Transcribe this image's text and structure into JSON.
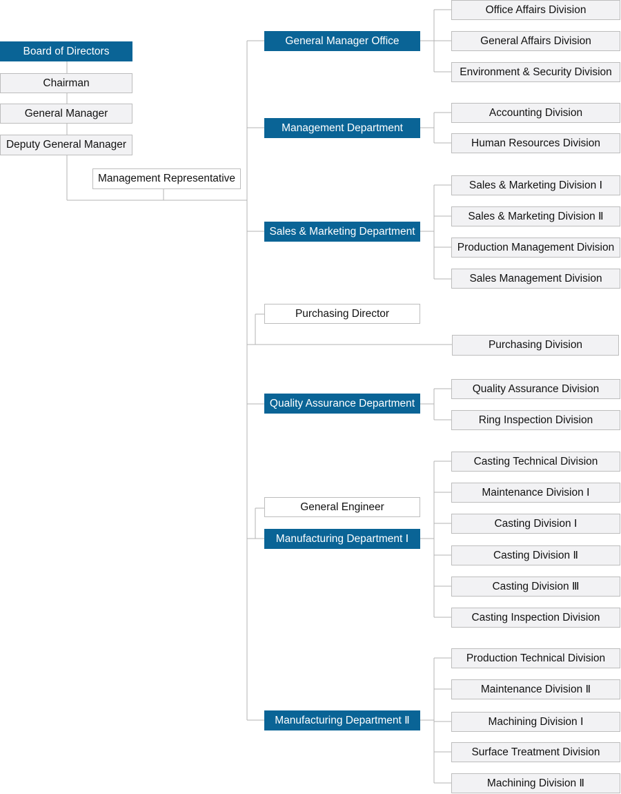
{
  "top": {
    "board": "Board of Directors",
    "chairman": "Chairman",
    "general_manager": "General Manager",
    "deputy": "Deputy General Manager",
    "mgmt_rep": "Management Representative"
  },
  "departments": {
    "gm_office": {
      "label": "General Manager Office",
      "divisions": [
        "Office Affairs Division",
        "General Affairs Division",
        "Environment & Security Division"
      ]
    },
    "management": {
      "label": "Management Department",
      "divisions": [
        "Accounting Division",
        "Human Resources Division"
      ]
    },
    "sales": {
      "label": "Sales & Marketing Department",
      "divisions": [
        "Sales & Marketing Division Ⅰ",
        "Sales & Marketing Division Ⅱ",
        "Production Management Division",
        "Sales Management Division"
      ]
    },
    "purchasing": {
      "director": "Purchasing Director",
      "division": "Purchasing Division"
    },
    "quality": {
      "label": "Quality Assurance Department",
      "divisions": [
        "Quality Assurance Division",
        "Ring Inspection Division"
      ]
    },
    "mfg1": {
      "engineer": "General Engineer",
      "label": "Manufacturing Department Ⅰ",
      "divisions": [
        "Casting Technical Division",
        "Maintenance Division Ⅰ",
        "Casting Division Ⅰ",
        "Casting Division Ⅱ",
        "Casting Division Ⅲ",
        "Casting Inspection Division"
      ]
    },
    "mfg2": {
      "label": "Manufacturing Department Ⅱ",
      "divisions": [
        "Production Technical Division",
        "Maintenance Division Ⅱ",
        "Machining Division Ⅰ",
        "Surface Treatment Division",
        "Machining Division Ⅱ"
      ]
    }
  },
  "colors": {
    "department_fill": "#0a6496",
    "division_fill": "#f2f2f4",
    "connector": "#b3b3b3"
  }
}
